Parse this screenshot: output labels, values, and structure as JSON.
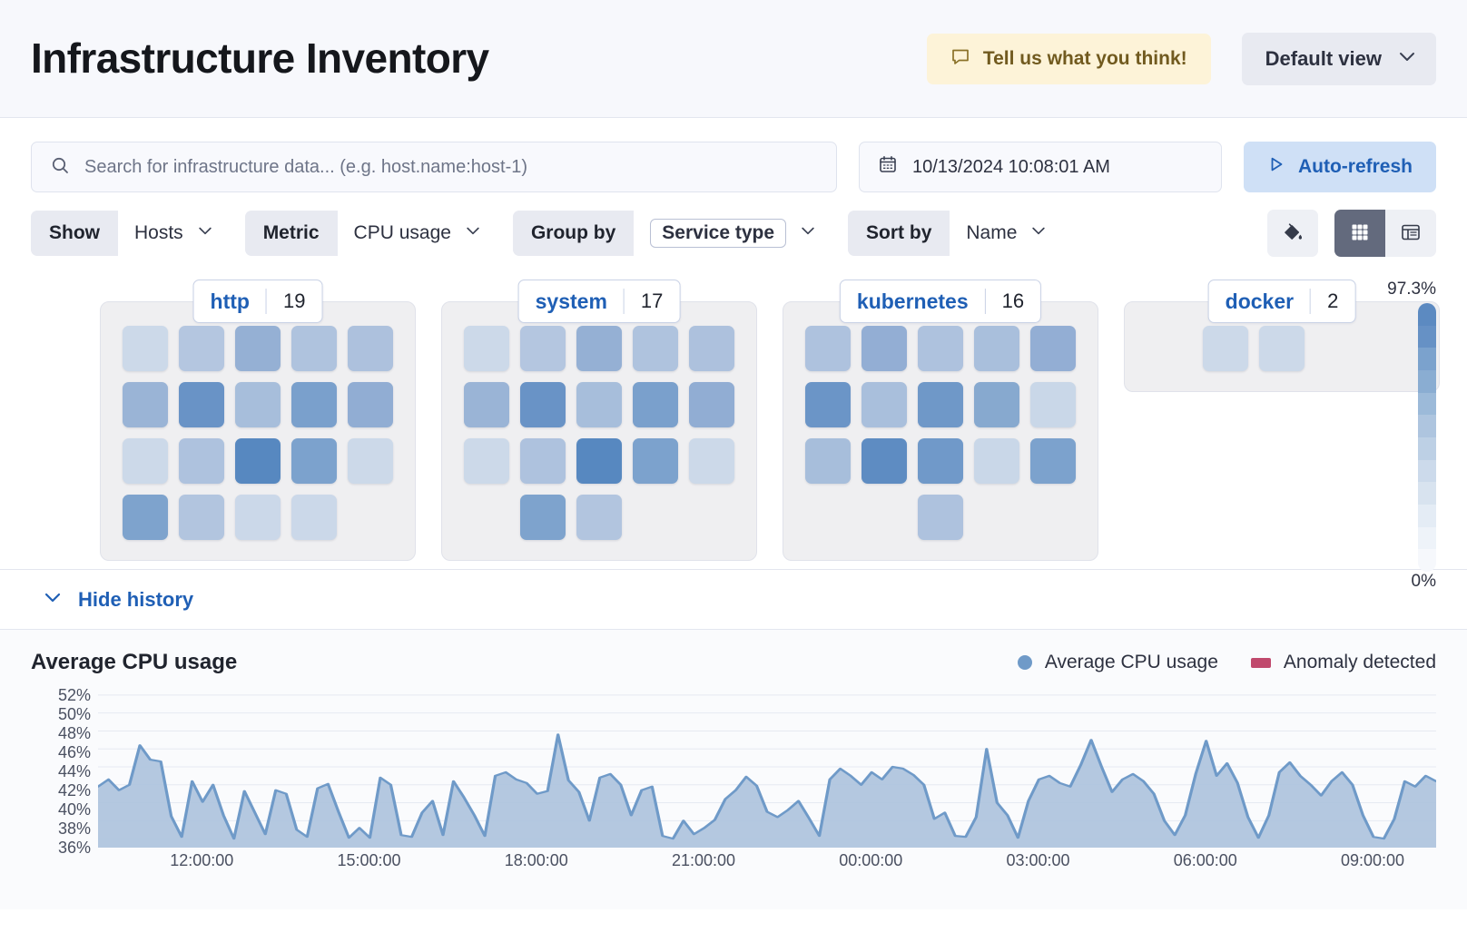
{
  "header": {
    "title": "Infrastructure Inventory",
    "feedback_label": "Tell us what you think!",
    "view_label": "Default view"
  },
  "toolbar": {
    "search_placeholder": "Search for infrastructure data... (e.g. host.name:host-1)",
    "search_value": "",
    "date_value": "10/13/2024 10:08:01 AM",
    "auto_refresh_label": "Auto-refresh",
    "filters": [
      {
        "label": "Show",
        "value": "Hosts",
        "boxed": false
      },
      {
        "label": "Metric",
        "value": "CPU usage",
        "boxed": false
      },
      {
        "label": "Group by",
        "value": "Service type",
        "boxed": true
      },
      {
        "label": "Sort by",
        "value": "Name",
        "boxed": false
      }
    ]
  },
  "groups": [
    {
      "name": "http",
      "count": "19",
      "tiles": [
        "#ccd9e9",
        "#b4c6e0",
        "#95b0d4",
        "#afc3de",
        "#adc1dd",
        "#9ab4d6",
        "#6993c6",
        "#a7bedb",
        "#7aa0cc",
        "#91adD3",
        "#ccd9e9",
        "#aec2de",
        "#5788c0",
        "#7ca2cd",
        "#ccd9e9",
        "#7ea3cd",
        "#b2c5df",
        "#cbd8e9",
        "#cbd8e9"
      ]
    },
    {
      "name": "system",
      "count": "17",
      "tiles": [
        "#ccd9e9",
        "#b4c6e0",
        "#95b0d4",
        "#afc3de",
        "#adc1dd",
        "#9ab4d6",
        "#6993c6",
        "#a7bedb",
        "#7aa0cc",
        "#91add3",
        "#ccd9e9",
        "#aec2de",
        "#5788c0",
        "#7ca2cd",
        "#ccd9e9",
        "#7ea3cd",
        "#b2c5df"
      ]
    },
    {
      "name": "kubernetes",
      "count": "16",
      "tiles": [
        "#aec2de",
        "#93aed4",
        "#aec2de",
        "#a9bfdc",
        "#93aed4",
        "#6b95c7",
        "#a9bfdc",
        "#6f98c8",
        "#87a9cf",
        "#c9d7e8",
        "#a7bedb",
        "#5e8cc2",
        "#7099c9",
        "#c9d7e8",
        "#7ca2cd",
        "#aec2de"
      ]
    },
    {
      "name": "docker",
      "count": "2",
      "tiles": [
        "#ccd9e9",
        "#ccd9e9"
      ]
    }
  ],
  "color_legend": {
    "max_label": "97.3%",
    "min_label": "0%",
    "stops": [
      "#5c8ac1",
      "#6691c5",
      "#7ba2cd",
      "#8aadd2",
      "#9cbad9",
      "#aec5df",
      "#bdd0e5",
      "#ccdaeb",
      "#d8e3ef",
      "#e4ecf5",
      "#eef3f9",
      "#f6f8fc"
    ]
  },
  "history": {
    "toggle_label": "Hide history"
  },
  "chart_data": {
    "type": "area",
    "title": "Average CPU usage",
    "xlabel": "",
    "ylabel": "",
    "ylim": [
      35,
      53
    ],
    "grid": true,
    "legend_position": "top-right",
    "legend": [
      {
        "name": "Average CPU usage",
        "marker": "circle",
        "color": "#6f9ac8"
      },
      {
        "name": "Anomaly detected",
        "marker": "rect",
        "color": "#c0496d"
      }
    ],
    "ytick_labels": [
      "52%",
      "50%",
      "48%",
      "46%",
      "44%",
      "42%",
      "40%",
      "38%",
      "36%"
    ],
    "ytick_values": [
      52,
      50,
      48,
      46,
      44,
      42,
      40,
      38,
      36
    ],
    "xtick_labels": [
      "12:00:00",
      "15:00:00",
      "18:00:00",
      "21:00:00",
      "00:00:00",
      "03:00:00",
      "06:00:00",
      "09:00:00"
    ],
    "series": [
      {
        "name": "Average CPU usage",
        "color": "#6f9ac8",
        "fill": "#aec3dd",
        "values": [
          41.8,
          42.6,
          41.4,
          42.0,
          46.4,
          44.8,
          44.6,
          38.5,
          36.2,
          42.4,
          40.1,
          42.0,
          38.6,
          36.0,
          41.3,
          38.9,
          36.5,
          41.4,
          41.0,
          37.0,
          36.2,
          41.6,
          42.1,
          39.0,
          36.1,
          37.2,
          36.1,
          42.8,
          42.0,
          36.4,
          36.2,
          38.9,
          40.2,
          36.4,
          42.4,
          40.6,
          38.6,
          36.3,
          43.0,
          43.4,
          42.6,
          42.2,
          41.0,
          41.3,
          47.6,
          42.5,
          41.2,
          38.0,
          42.8,
          43.2,
          42.0,
          38.6,
          41.4,
          41.8,
          36.3,
          36.0,
          38.0,
          36.5,
          37.2,
          38.1,
          40.4,
          41.4,
          42.9,
          41.9,
          39.0,
          38.4,
          39.2,
          40.2,
          38.3,
          36.3,
          42.6,
          43.8,
          43.0,
          42.0,
          43.4,
          42.6,
          44.0,
          43.8,
          43.1,
          42.0,
          38.2,
          38.9,
          36.3,
          36.2,
          38.4,
          46.0,
          40.0,
          38.6,
          36.1,
          40.2,
          42.6,
          43.0,
          42.2,
          41.8,
          44.2,
          47.0,
          44.0,
          41.2,
          42.6,
          43.2,
          42.4,
          41.0,
          38.0,
          36.4,
          38.6,
          43.2,
          46.9,
          43.0,
          44.4,
          42.2,
          38.4,
          36.1,
          38.6,
          43.4,
          44.5,
          43.0,
          42.0,
          40.8,
          42.4,
          43.4,
          42.0,
          38.6,
          36.2,
          36.0,
          38.2,
          42.4,
          41.8,
          43.0,
          42.4
        ]
      }
    ]
  }
}
